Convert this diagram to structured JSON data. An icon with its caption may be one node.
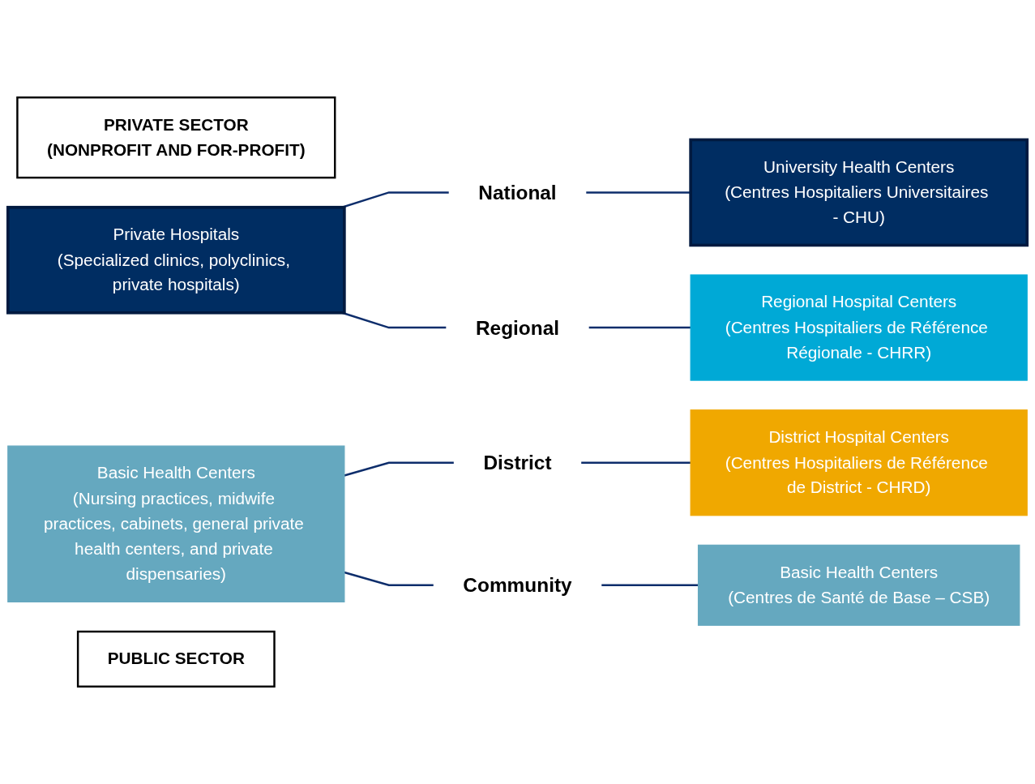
{
  "diagram": {
    "nodes": [
      {
        "text": [
          "PRIVATE SECTOR",
          "(NONPROFIT AND FOR-PROFIT)"
        ]
      },
      {
        "text": [
          "Private Hospitals",
          "(Specialized clinics, polyclinics, private hospitals)"
        ]
      },
      {
        "text": [
          "Basic Health Centers",
          "(Nursing practices, midwife practices, cabinets, general private health centers, and private dispensaries)"
        ]
      },
      {
        "text": [
          "National"
        ]
      },
      {
        "text": [
          "Regional"
        ]
      },
      {
        "text": [
          "District"
        ]
      },
      {
        "text": [
          "Community"
        ]
      },
      {
        "text": [
          "PUBLIC SECTOR"
        ]
      },
      {
        "text": [
          "University Health Centers",
          "(Centres Hospitaliers Universitaires - CHU)"
        ]
      },
      {
        "text": [
          "Regional Hospital Centers",
          "(Centres Hospitaliers de Référence Régionale - CHRR)"
        ]
      },
      {
        "text": [
          "District Hospital Centers",
          "(Centres Hospitaliers de Référence de District - CHRD)"
        ]
      },
      {
        "text": [
          "Basic Health Centers",
          "(Centres de Santé de Base – CSB)"
        ]
      }
    ],
    "edges": [
      {
        "from": 1,
        "to": 3,
        "arrow": "none"
      },
      {
        "from": 1,
        "to": 4,
        "arrow": "none"
      },
      {
        "from": 2,
        "to": 5,
        "arrow": "none"
      },
      {
        "from": 2,
        "to": 6,
        "arrow": "none"
      },
      {
        "from": 3,
        "to": 8,
        "arrow": "none"
      },
      {
        "from": 4,
        "to": 9,
        "arrow": "none"
      },
      {
        "from": 5,
        "to": 10,
        "arrow": "none"
      },
      {
        "from": 6,
        "to": 11,
        "arrow": "none"
      }
    ]
  }
}
